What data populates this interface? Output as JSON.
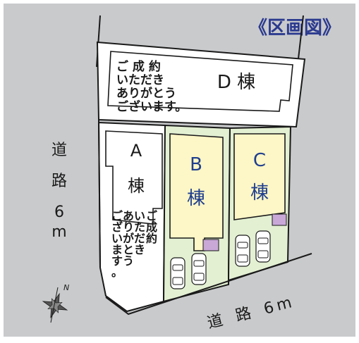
{
  "title": "《区画図》",
  "colors": {
    "background": "#c9cacc",
    "lot_fill": "#ffffff",
    "site_green": "#e3f0d2",
    "house_yellow": "#fdf6c6",
    "house_purple": "#c9a8d8",
    "title_color": "#2b3a8f",
    "building_label_color": "#1f3f8f",
    "line": "#1a1a1a"
  },
  "buildings": {
    "A": {
      "label": "A",
      "suffix": "棟",
      "status_lines": [
        "ご成約",
        "いただき",
        "ありがとう",
        "ございます。"
      ]
    },
    "B": {
      "label": "B",
      "suffix": "棟"
    },
    "C": {
      "label": "C",
      "suffix": "棟"
    },
    "D": {
      "label": "D 棟",
      "status_lines": [
        "ご 成 約",
        "いただき",
        "ありがとう",
        "ございます。"
      ]
    }
  },
  "roads": {
    "west": {
      "chars": [
        "道",
        "路",
        "6",
        "m"
      ]
    },
    "south": {
      "chars": [
        "道",
        "路",
        "6",
        "m"
      ]
    }
  },
  "compass": {
    "north_label": "N",
    "icon": "compass-rose-icon"
  },
  "parking": {
    "icon": "car-icon",
    "count": 4
  }
}
